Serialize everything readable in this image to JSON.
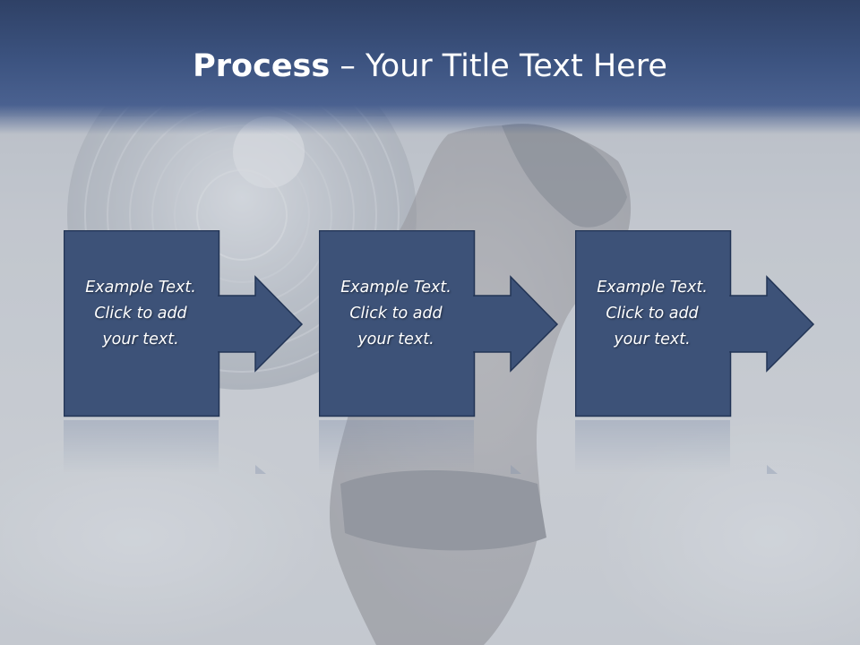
{
  "slide": {
    "title_bold": "Process",
    "title_rest": " – Your Title Text Here"
  },
  "steps": [
    {
      "line1": "Example Text.",
      "line2": "Click  to add",
      "line3": "your text."
    },
    {
      "line1": "Example Text.",
      "line2": "Click  to add",
      "line3": "your text."
    },
    {
      "line1": "Example Text.",
      "line2": "Click  to add",
      "line3": "your text."
    }
  ],
  "colors": {
    "header": "#3c5380",
    "box_fill": "#3d5278",
    "box_border": "#223455",
    "text": "#ffffff"
  },
  "icons": {
    "step_arrow": "right-arrow-icon",
    "background": "disco-ball-photo"
  }
}
